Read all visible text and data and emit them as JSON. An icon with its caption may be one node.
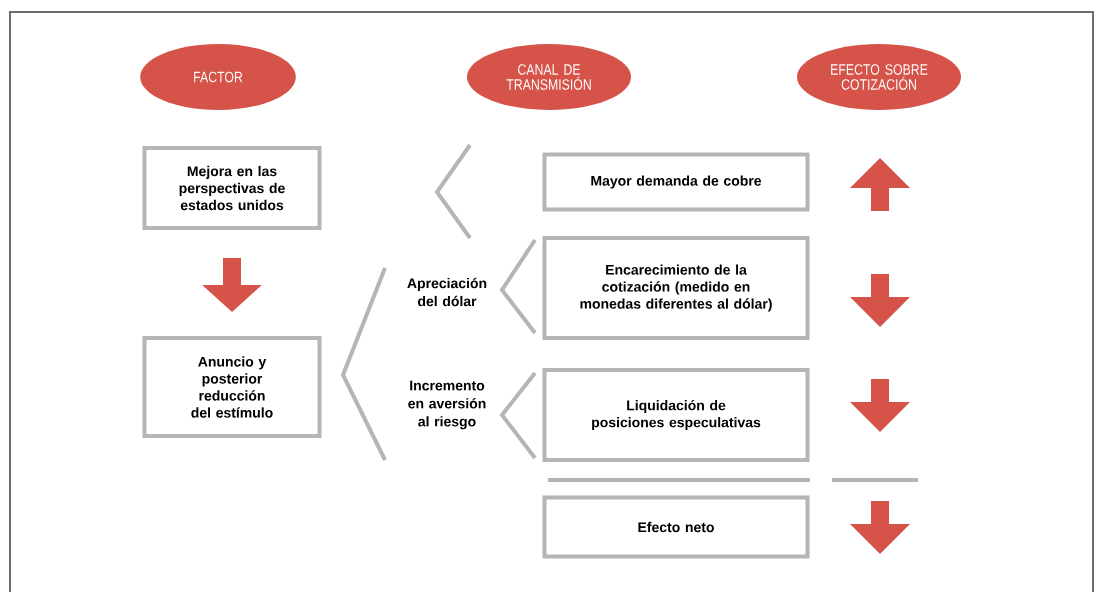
{
  "diagram": {
    "nodes": [
      {
        "text": [
          "FACTOR"
        ]
      },
      {
        "text": [
          "CANAL DE TRANSMISIÓN"
        ]
      },
      {
        "text": [
          "EFECTO SOBRE COTIZACIÓN"
        ]
      },
      {
        "text": [
          "Mejora en las perspectivas de estados unidos"
        ]
      },
      {
        "text": [
          "Anuncio y posterior reducción del estímulo"
        ]
      },
      {
        "text": [
          "Apreciación del dólar"
        ]
      },
      {
        "text": [
          "Incremento en aversión al riesgo"
        ]
      },
      {
        "text": [
          "Mayor demanda de cobre"
        ]
      },
      {
        "text": [
          "Encarecimiento de la cotización (medido en monedas diferentes al dólar)"
        ]
      },
      {
        "text": [
          "Liquidación de posiciones especulativas"
        ]
      },
      {
        "text": [
          "Efecto neto"
        ]
      }
    ],
    "edges": [
      {
        "from": 3,
        "to": 4,
        "arrow": "to"
      }
    ]
  }
}
